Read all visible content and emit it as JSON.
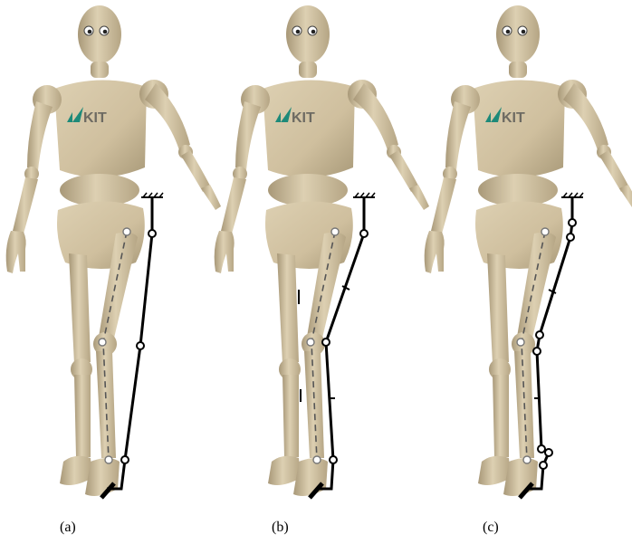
{
  "figure": {
    "panels": [
      {
        "caption": "(a)",
        "logo": "KIT"
      },
      {
        "caption": "(b)",
        "logo": "KIT"
      },
      {
        "caption": "(c)",
        "logo": "KIT"
      }
    ],
    "colors": {
      "wood": "#d6c7a7",
      "wood_dark": "#b8a888",
      "wood_shadow": "#a39373",
      "logo_green": "#1d8a79",
      "logo_text": "#6d6a62",
      "linkage": "#000000",
      "dashed_axis": "#555555"
    }
  }
}
